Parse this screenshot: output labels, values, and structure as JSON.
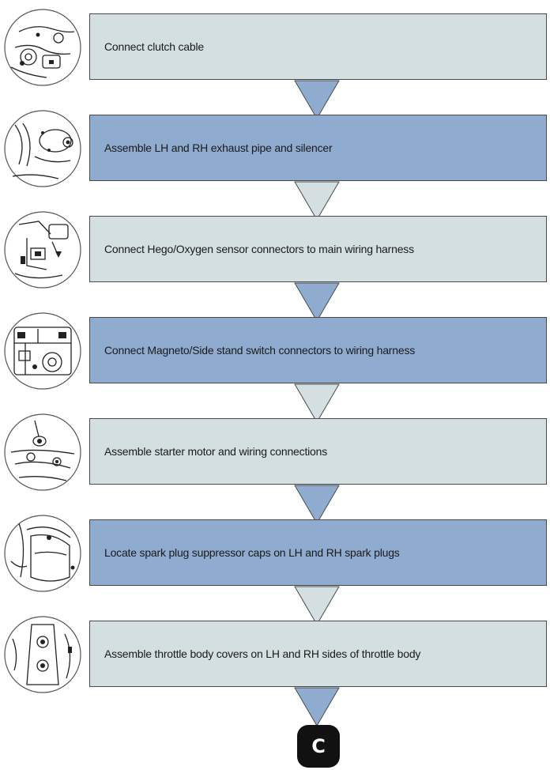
{
  "flowchart": {
    "steps": [
      {
        "label": "Connect clutch cable",
        "shade": "light",
        "image": "clutch-cable-illustration-icon",
        "arrow_fill": "#8fabcf"
      },
      {
        "label": "Assemble LH and RH exhaust pipe and silencer",
        "shade": "dark",
        "image": "exhaust-pipe-illustration-icon",
        "arrow_fill": "#d3dfe0"
      },
      {
        "label": "Connect Hego/Oxygen sensor connectors to main wiring harness",
        "shade": "light",
        "image": "oxygen-sensor-connector-illustration-icon",
        "arrow_fill": "#8fabcf"
      },
      {
        "label": "Connect Magneto/Side stand switch connectors to wiring harness",
        "shade": "dark",
        "image": "magneto-connector-illustration-icon",
        "arrow_fill": "#d3dfe0"
      },
      {
        "label": "Assemble starter motor and wiring connections",
        "shade": "light",
        "image": "starter-motor-illustration-icon",
        "arrow_fill": "#8fabcf"
      },
      {
        "label": "Locate spark plug suppressor caps on LH and RH spark plugs",
        "shade": "dark",
        "image": "spark-plug-cap-illustration-icon",
        "arrow_fill": "#d3dfe0"
      },
      {
        "label": "Assemble throttle body covers on LH and RH sides of throttle body",
        "shade": "light",
        "image": "throttle-body-cover-illustration-icon",
        "arrow_fill": "#8fabcf"
      }
    ],
    "end_marker": "C"
  },
  "colors": {
    "box_light": "#d3dfe0",
    "box_dark": "#8fabcf",
    "border": "#4a4a4a",
    "end_marker_bg": "#111111"
  }
}
